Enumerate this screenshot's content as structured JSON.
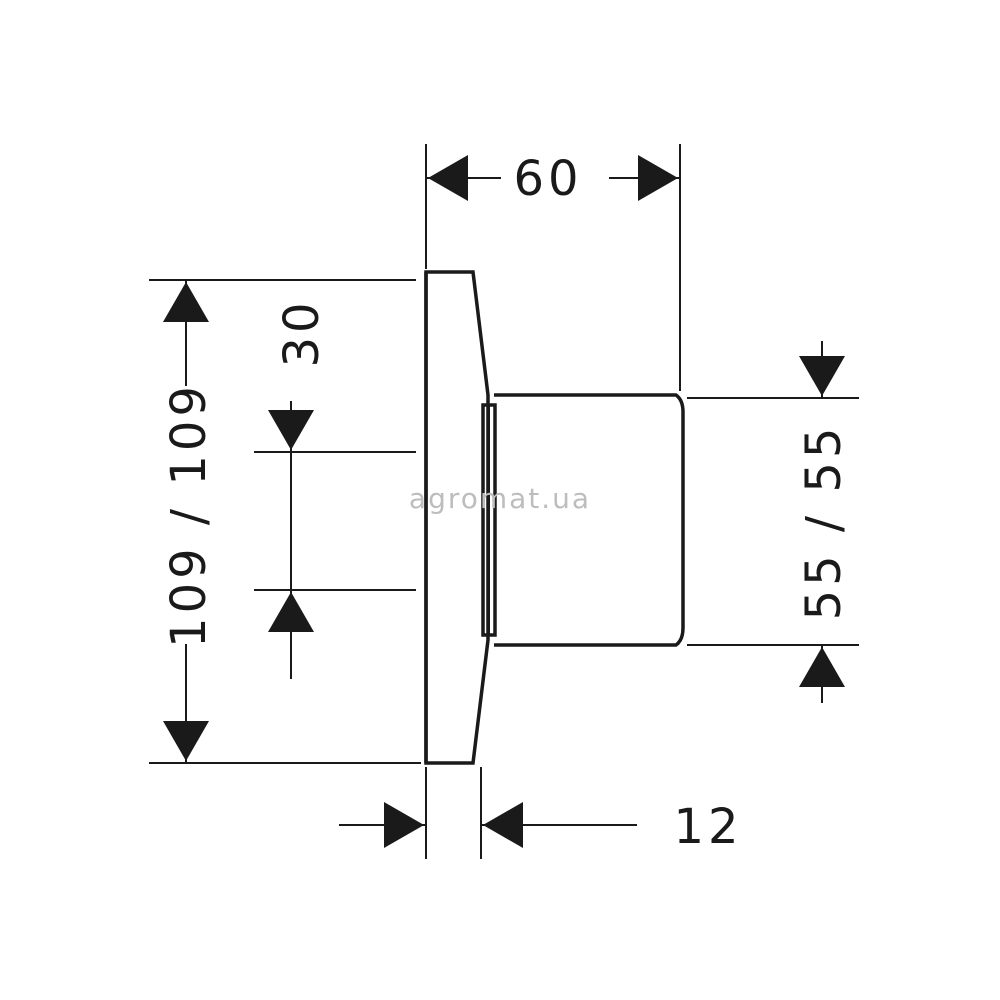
{
  "dimensions": {
    "width_total": "60",
    "height_total": "109 / 109",
    "inner_gap": "30",
    "handle_height": "55 / 55",
    "plate_depth": "12"
  },
  "watermark": {
    "text": "agromat.ua"
  },
  "colors": {
    "ink": "#1a1a1a",
    "watermark": "#bdbdbd",
    "background": "#ffffff"
  }
}
